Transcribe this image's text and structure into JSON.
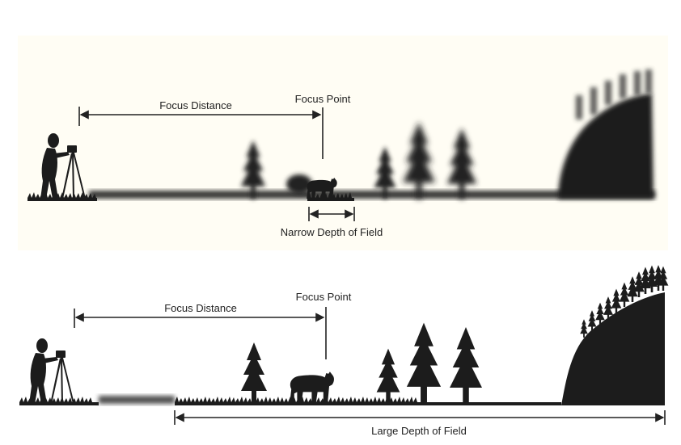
{
  "panels": {
    "narrow": {
      "focus_distance_label": "Focus Distance",
      "focus_point_label": "Focus Point",
      "depth_of_field_label": "Narrow Depth of Field"
    },
    "large": {
      "focus_distance_label": "Focus Distance",
      "focus_point_label": "Focus Point",
      "depth_of_field_label": "Large Depth of Field"
    }
  },
  "colors": {
    "silhouette": "#1c1c1c",
    "panel_background": "#fffdf4",
    "arrow": "#222222"
  }
}
